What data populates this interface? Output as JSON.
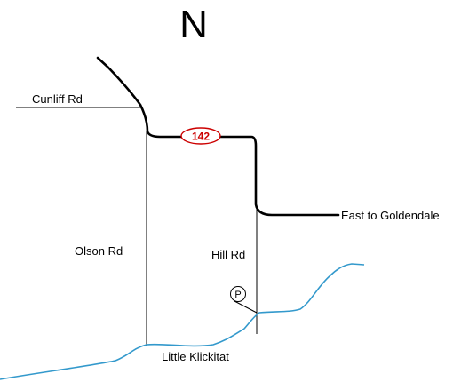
{
  "compass": {
    "label": "N"
  },
  "roads": {
    "cunliff": "Cunliff Rd",
    "olson": "Olson Rd",
    "hill": "Hill Rd",
    "east": "East to Goldendale"
  },
  "highway": {
    "number": "142",
    "color": "#cc0000"
  },
  "river": {
    "name": "Little Klickitat",
    "color": "#3399cc"
  },
  "parking": {
    "symbol": "P"
  },
  "colors": {
    "road": "#000000",
    "background": "#ffffff"
  }
}
